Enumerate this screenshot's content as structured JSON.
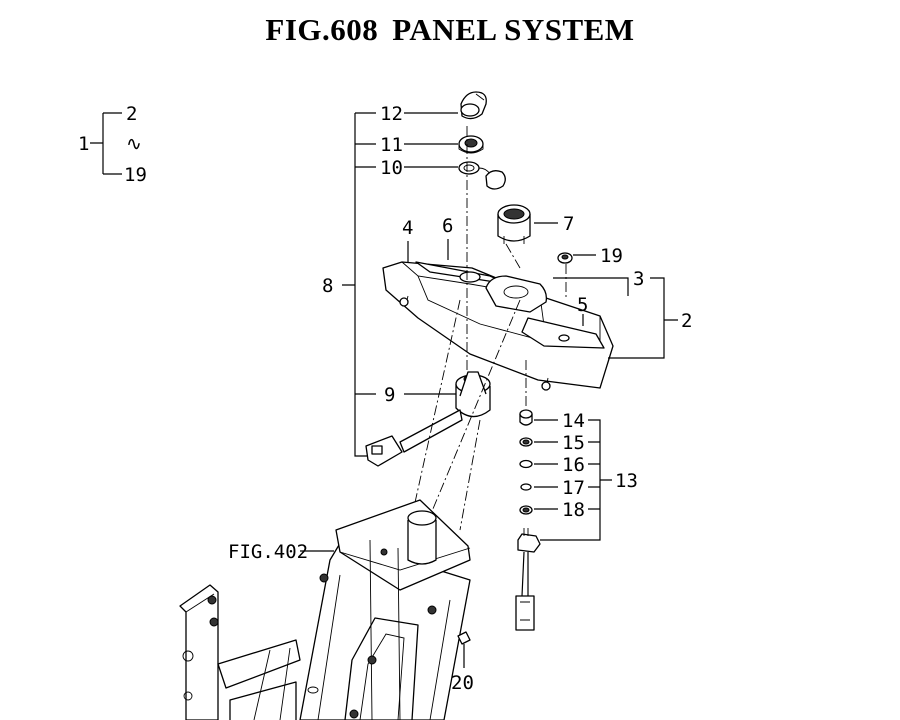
{
  "figure": {
    "number": "FIG.608",
    "name": "PANEL SYSTEM"
  },
  "legend": {
    "assembly": "1",
    "first": "2",
    "range_symbol": "∿",
    "last": "19"
  },
  "callouts": {
    "p2": "2",
    "p3": "3",
    "p4": "4",
    "p5": "5",
    "p6": "6",
    "p7": "7",
    "p8": "8",
    "p9": "9",
    "p10": "10",
    "p11": "11",
    "p12": "12",
    "p13": "13",
    "p14": "14",
    "p15": "15",
    "p16": "16",
    "p17": "17",
    "p18": "18",
    "p19": "19",
    "p20": "20"
  },
  "reference": {
    "frame": "FIG.402"
  }
}
